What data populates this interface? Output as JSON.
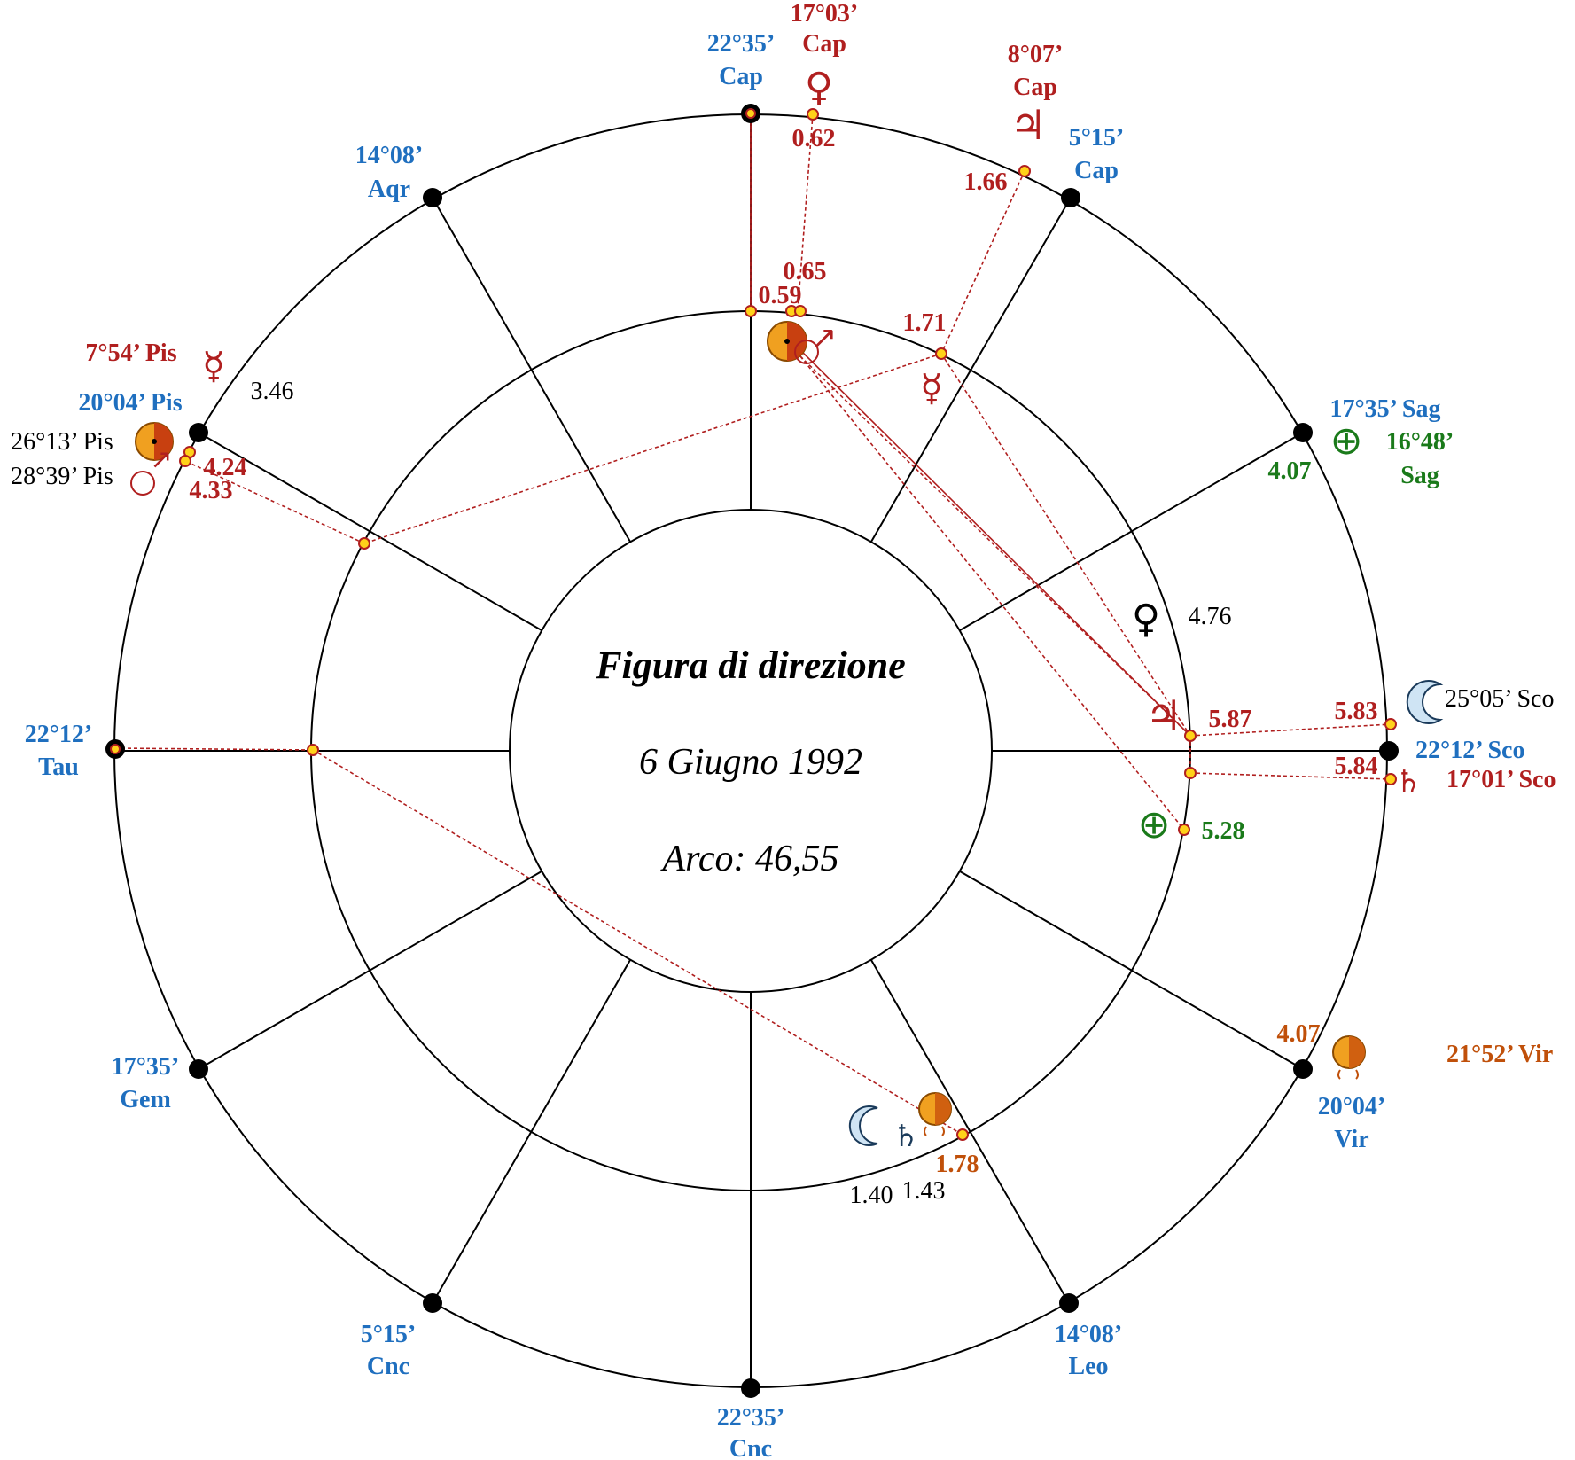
{
  "title": "Figura di direzione",
  "date": "6 Giugno 1992",
  "arc": "Arco: 46,55",
  "cusps": {
    "mc": "22°35’",
    "mc_sign": "Cap",
    "c11": "5°15’",
    "c11_sign": "Cap",
    "c12": "17°35’ Sag",
    "asc": "22°12’ Sco",
    "c2": "20°04’",
    "c2_sign": "Vir",
    "c3": "14°08’",
    "c3_sign": "Leo",
    "ic": "22°35’",
    "ic_sign": "Cnc",
    "c5": "5°15’",
    "c5_sign": "Cnc",
    "c6": "17°35’",
    "c6_sign": "Gem",
    "desc": "22°12’",
    "desc_sign": "Tau",
    "c8": "20°04’ Pis",
    "c9": "14°08’",
    "c9_sign": "Aqr"
  },
  "planets": {
    "venus": "17°03’",
    "venus_sign": "Cap",
    "jupiter": "8°07’",
    "jupiter_sign": "Cap",
    "mercury": "7°54’ Pis",
    "sun_pis": "26°13’ Pis",
    "mars_pis": "28°39’ Pis",
    "fortune": "16°48’",
    "fortune_sign": "Sag",
    "moon": "25°05’ Sco",
    "saturn": "17°01’ Sco",
    "node": "21°52’ Vir"
  },
  "values": {
    "v062": "0.62",
    "v065": "0.65",
    "v059": "0.59",
    "v171": "1.71",
    "v166": "1.66",
    "v346": "3.46",
    "v424": "4.24",
    "v433": "4.33",
    "v407a": "4.07",
    "v476": "4.76",
    "v587": "5.87",
    "v583": "5.83",
    "v584": "5.84",
    "v528": "5.28",
    "v407b": "4.07",
    "v178": "1.78",
    "v140": "1.40",
    "v143": "1.43"
  },
  "glyphs": {
    "venus": "♀",
    "jupiter": "♃",
    "mercury": "☿",
    "saturn": "♄",
    "fortune": "⊕",
    "mars": "↗",
    "moon": "☽"
  },
  "colors": {
    "cusp": "#1f6fbf",
    "natal": "#b01f1f",
    "fortune": "#1a7a1a",
    "node": "#c0500a",
    "sun": "#f0a020"
  }
}
